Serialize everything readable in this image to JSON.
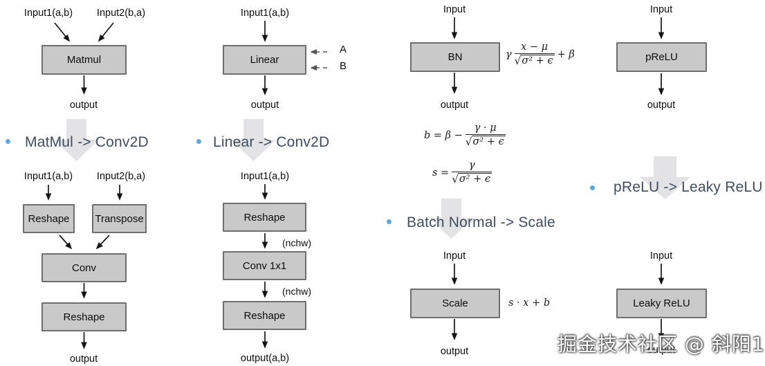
{
  "colors": {
    "box_fill": "#c9c9c9",
    "box_border": "#6e6e6e",
    "bullet_accent": "#5fa8dc",
    "title_text": "#3f4d5e",
    "big_arrow": "#e3e3e5"
  },
  "columns": {
    "matmul": {
      "title": "MatMul -> Conv2D",
      "top": {
        "inputs": [
          "Input1(a,b)",
          "Input2(b,a)"
        ],
        "node": "Matmul",
        "output": "output"
      },
      "bottom": {
        "inputs": [
          "Input1(a,b)",
          "Input2(b,a)"
        ],
        "nodes": [
          "Reshape",
          "Transpose",
          "Conv",
          "Reshape"
        ],
        "output": "output"
      }
    },
    "linear": {
      "title": "Linear -> Conv2D",
      "top": {
        "input": "Input1(a,b)",
        "node": "Linear",
        "params": [
          "A",
          "B"
        ],
        "output": "output"
      },
      "bottom": {
        "input": "Input1(a,b)",
        "nodes": [
          "Reshape",
          "Conv 1x1",
          "Reshape"
        ],
        "format_labels": [
          "(nchw)",
          "(nchw)"
        ],
        "output": "output(a,b)"
      }
    },
    "bn": {
      "title": "Batch Normal -> Scale",
      "top": {
        "input": "Input",
        "node": "BN",
        "output": "output"
      },
      "bottom": {
        "input": "Input",
        "node": "Scale",
        "output": "output"
      },
      "formulas": {
        "bn": {
          "coef": "γ",
          "num": "x − μ",
          "radical": "√",
          "radicand": "σ² + ϵ",
          "tail": "+ β"
        },
        "b": {
          "lead": "b = β −",
          "num": "γ · μ",
          "radical": "√",
          "radicand": "σ² + ϵ"
        },
        "s": {
          "lead": "s =",
          "num": "γ",
          "radical": "√",
          "radicand": "σ² + ϵ"
        },
        "scale": "s · x + b"
      }
    },
    "prelu": {
      "title": "pReLU -> Leaky ReLU",
      "top": {
        "input": "Input",
        "node": "pReLU",
        "output": "output"
      },
      "bottom": {
        "input": "Input",
        "node": "Leaky ReLU",
        "output": "output"
      }
    }
  },
  "watermark": {
    "text": "掘金技术社区 @ 斜阳1"
  }
}
